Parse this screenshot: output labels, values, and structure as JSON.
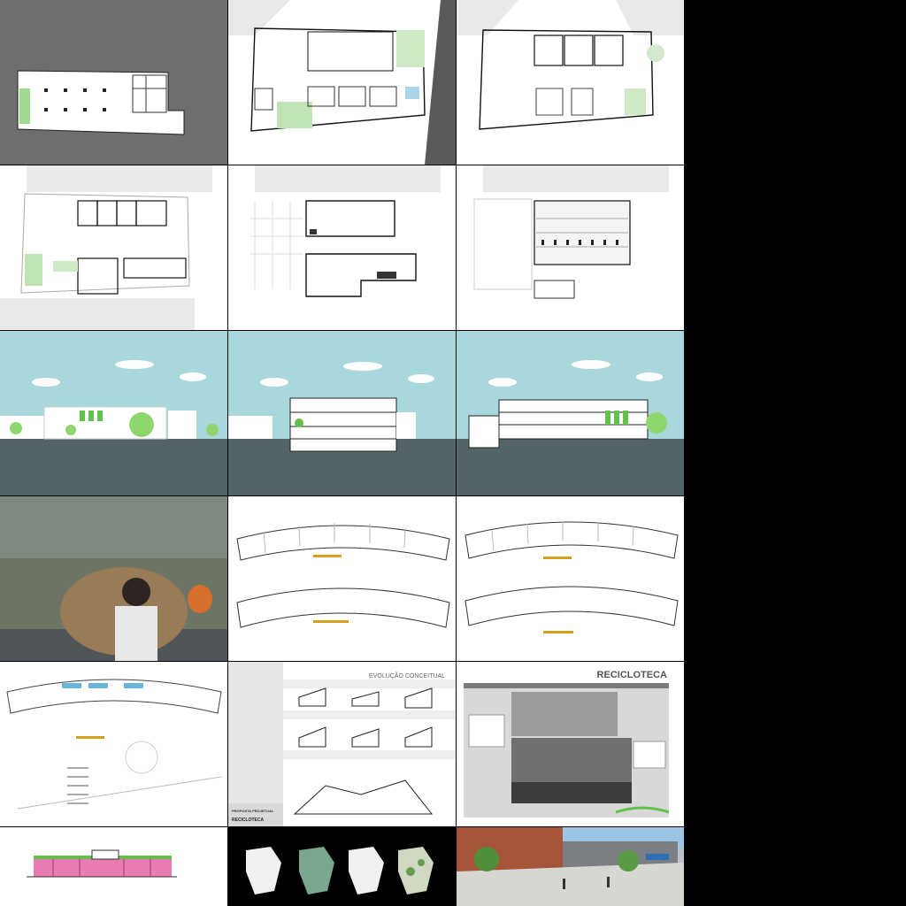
{
  "layout": "3x6 image contact sheet on black background",
  "colors": {
    "background": "#000000",
    "sky": "#a9d8dc",
    "ground": "#526466",
    "green": "#5fc24a",
    "pink": "#e87bb0",
    "gold": "#d4a019"
  },
  "tiles": [
    {
      "kind": "site-plan-dark"
    },
    {
      "kind": "floor-plan-ground"
    },
    {
      "kind": "floor-plan-upper"
    },
    {
      "kind": "floor-plan-level"
    },
    {
      "kind": "floor-plan-structure"
    },
    {
      "kind": "roof-plan"
    },
    {
      "kind": "elevation"
    },
    {
      "kind": "section"
    },
    {
      "kind": "section"
    },
    {
      "kind": "photo-man-with-sheep"
    },
    {
      "kind": "curved-plan-sheet"
    },
    {
      "kind": "curved-plan-sheet"
    },
    {
      "kind": "curved-plan-sheet"
    },
    {
      "kind": "concept-evolution-board",
      "title": "EVOLUÇÃO CONCEITUAL",
      "footer_label": "PROPOSTA PROJETUAL",
      "footer_brand": "RECICLOTECA"
    },
    {
      "kind": "presentation-board",
      "title": "RECICLOTECA"
    },
    {
      "kind": "elevation-pink"
    },
    {
      "kind": "massing-diagrams"
    },
    {
      "kind": "street-render"
    }
  ]
}
